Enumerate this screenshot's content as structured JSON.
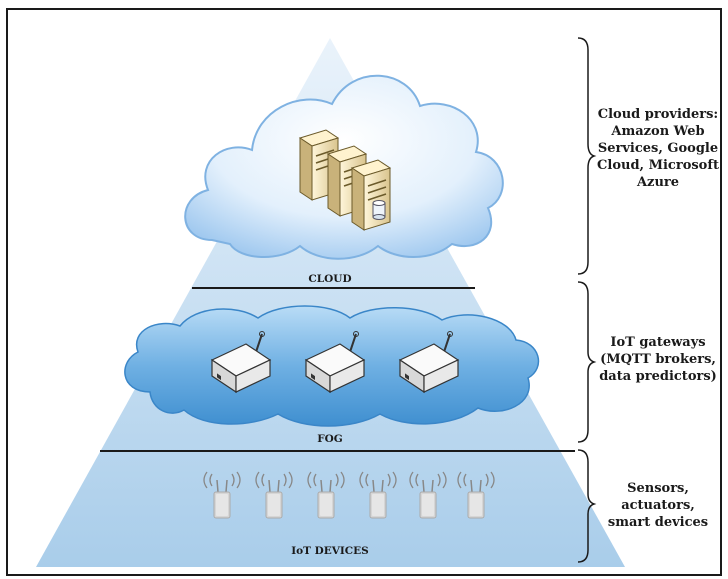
{
  "layers": {
    "cloud": {
      "label": "CLOUD"
    },
    "fog": {
      "label": "FOG"
    },
    "devices": {
      "label": "IoT DEVICES"
    }
  },
  "descriptions": {
    "cloud": [
      "Cloud providers:",
      "Amazon Web",
      "Services, Google",
      "Cloud, Microsoft",
      "Azure"
    ],
    "fog": [
      "IoT gateways",
      "(MQTT brokers,",
      "data predictors)"
    ],
    "devices": [
      "Sensors,",
      "actuators,",
      "smart devices"
    ]
  },
  "colors": {
    "pyramid": "#c9e0f5",
    "cloud": "#d4e8fa",
    "fog": "#8fc1e8",
    "server": "#efe2bd",
    "gateway": "#f2f2f2",
    "sensor": "#cfcfcf"
  },
  "icons": {
    "servers": 3,
    "gateways": 3,
    "sensors": 6
  }
}
